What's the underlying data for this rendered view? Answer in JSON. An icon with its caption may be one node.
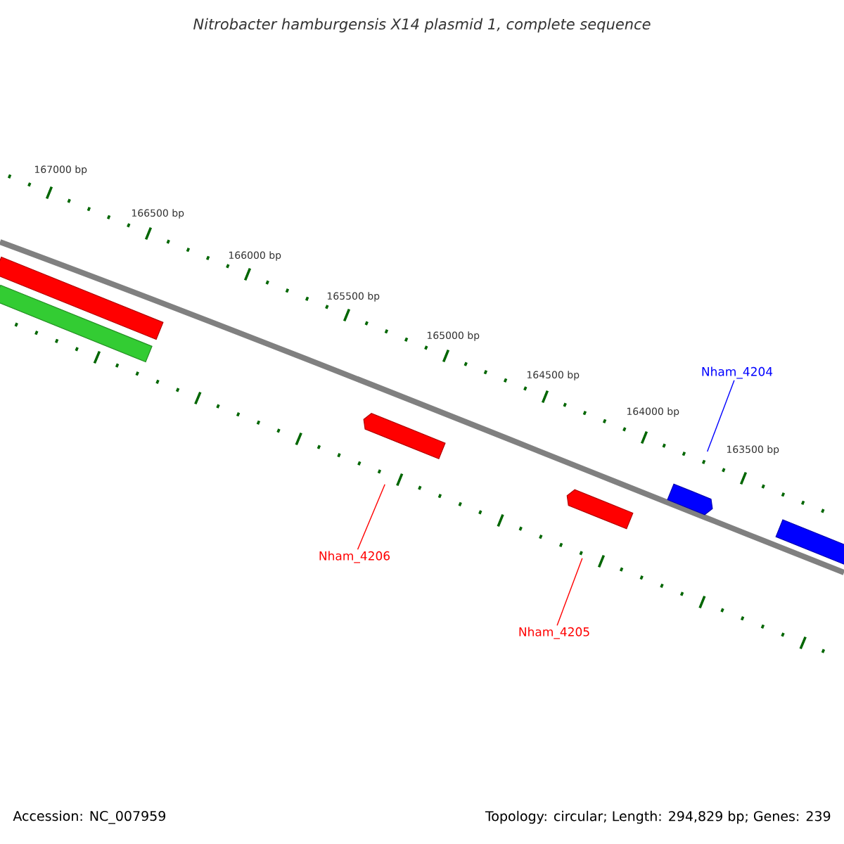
{
  "diagram": {
    "title": "Nitrobacter hamburgensis X14 plasmid 1, complete sequence",
    "nodes": [
      {
        "text": [],
        "shape": "bar"
      },
      {
        "text": [],
        "shape": "bar"
      },
      {
        "text": [],
        "shape": "bar"
      },
      {
        "text": [],
        "shape": "bar"
      },
      {
        "text": [],
        "shape": "bar"
      },
      {
        "text": [],
        "shape": "bar"
      },
      {
        "text": [
          "Nham_4204"
        ]
      },
      {
        "text": [
          "Nham_4206"
        ]
      },
      {
        "text": [
          "Nham_4205"
        ]
      }
    ],
    "edges": [
      {
        "from": 6,
        "to": 4,
        "arrow": "none",
        "color": "#0000ff"
      },
      {
        "from": 7,
        "to": 2,
        "arrow": "none"
      },
      {
        "from": 8,
        "to": 3,
        "arrow": "none"
      }
    ],
    "labels": [
      "167000 bp",
      "166500 bp",
      "166000 bp",
      "165500 bp",
      "165000 bp",
      "164500 bp",
      "164000 bp",
      "163500 bp",
      "Accession: NC_007959",
      "Topology: circular; Length: 294,829 bp; Genes: 239"
    ]
  }
}
